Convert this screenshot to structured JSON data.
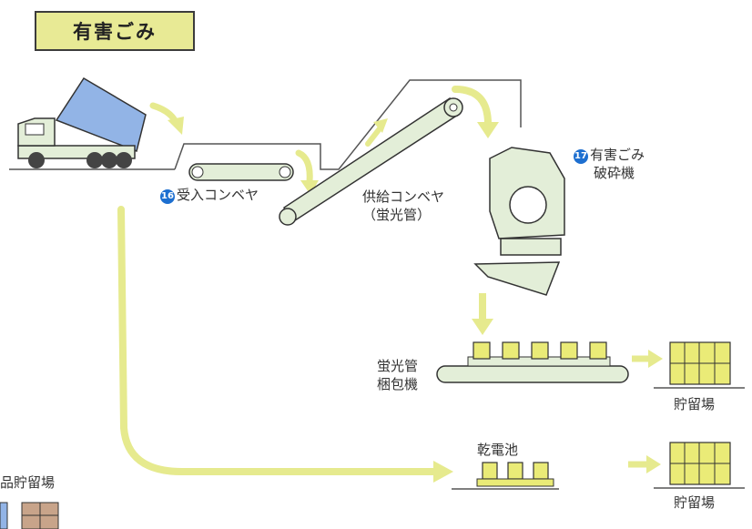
{
  "title": "有害ごみ",
  "labels": {
    "receiving_conveyor": {
      "num": "16",
      "text": "受入コンベヤ"
    },
    "supply_conveyor": {
      "line1": "供給コンベヤ",
      "line2": "（蛍光管）"
    },
    "crusher": {
      "num": "17",
      "line1": "有害ごみ",
      "line2": "破砕機"
    },
    "packer": {
      "line1": "蛍光管",
      "line2": "梱包機"
    },
    "storage1": "貯留場",
    "battery": "乾電池",
    "storage2": "貯留場",
    "partial_left": "品貯留場"
  },
  "colors": {
    "arrow": "#e6ea8e",
    "machine": "#e3eed8",
    "truck_bed": "#92b4e6",
    "crate": "#eaeb77",
    "number_badge": "#1d6fd0"
  }
}
